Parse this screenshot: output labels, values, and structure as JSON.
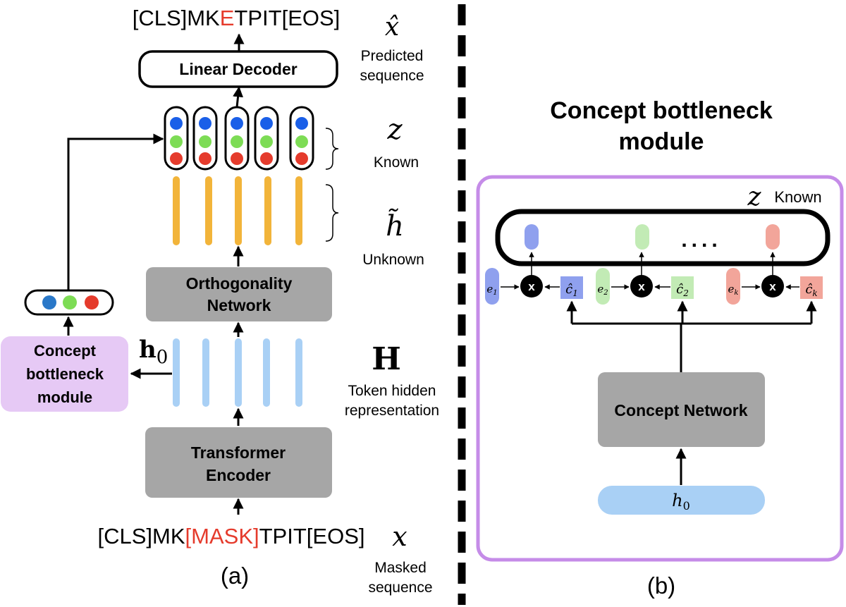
{
  "colors": {
    "red": "#e53b2c",
    "blue": "#1a5fe8",
    "green": "#7ddc55",
    "orange": "#f2b43a",
    "light_blue": "#a9d0f5",
    "gray": "#a6a6a6",
    "purple_border": "#c58ce8",
    "purple_fill": "#e6c9f5"
  },
  "left": {
    "top_sequence": {
      "prefix": "[CLS]MK",
      "masked": "E",
      "suffix": "TPIT[EOS]"
    },
    "bottom_sequence": {
      "prefix": "[CLS]MK",
      "masked": "[MASK]",
      "suffix": "TPIT[EOS]"
    },
    "decoder_label": "Linear Decoder",
    "orthogonality_line1": "Orthogonality",
    "orthogonality_line2": "Network",
    "transformer_line1": "Transformer",
    "transformer_line2": "Encoder",
    "cbm_line1": "Concept",
    "cbm_line2": "bottleneck",
    "cbm_line3": "module",
    "h0_label": "h",
    "h0_sub": "0",
    "caption": "(a)"
  },
  "annotations": {
    "x_hat": "x̂",
    "predicted_line1": "Predicted",
    "predicted_line2": "sequence",
    "z": "z",
    "known": "Known",
    "h_tilde": "h̃",
    "unknown": "Unknown",
    "H": "H",
    "token_line1": "Token hidden",
    "token_line2": "representation",
    "x": "x",
    "masked_line1": "Masked",
    "masked_line2": "sequence"
  },
  "right": {
    "title_line1": "Concept bottleneck",
    "title_line2": "module",
    "z": "z",
    "known": "Known",
    "dots": "....",
    "multiply": "x",
    "e1": "e",
    "e1_sub": "1",
    "e2": "e",
    "e2_sub": "2",
    "ek": "e",
    "ek_sub": "k",
    "c1": "ĉ",
    "c1_sub": "1",
    "c2": "ĉ",
    "c2_sub": "2",
    "ck": "ĉ",
    "ck_sub": "k",
    "concept_network": "Concept Network",
    "h0": "h",
    "h0_sub": "0",
    "caption": "(b)"
  }
}
